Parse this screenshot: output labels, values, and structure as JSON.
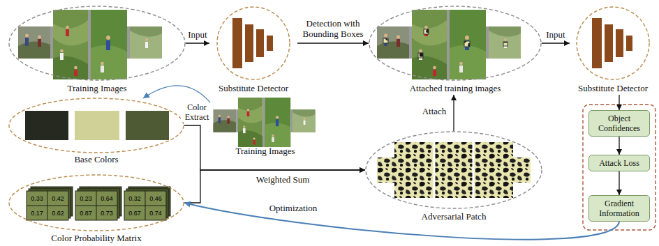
{
  "diagram": {
    "nodes": [
      {
        "text": [
          "Training Images"
        ]
      },
      {
        "text": [
          "Substitute Detector"
        ]
      },
      {
        "text": [
          "Attached training images"
        ]
      },
      {
        "text": [
          "Substitute Detector"
        ]
      },
      {
        "text": [
          "Object Confidences"
        ]
      },
      {
        "text": [
          "Attack Loss"
        ]
      },
      {
        "text": [
          "Gradient Information"
        ]
      },
      {
        "text": [
          "Base Colors"
        ]
      },
      {
        "text": [
          "Training Images"
        ]
      },
      {
        "text": [
          "Color Probability Matrix"
        ]
      },
      {
        "text": [
          "Adversarial Patch"
        ]
      }
    ],
    "edges": [
      {
        "from": 0,
        "to": 1,
        "arrow": "to",
        "label": "Input"
      },
      {
        "from": 1,
        "to": 2,
        "arrow": "to",
        "label": "Detection with Bounding Boxes"
      },
      {
        "from": 2,
        "to": 3,
        "arrow": "to",
        "label": "Input"
      },
      {
        "from": 3,
        "to": 4,
        "arrow": "to"
      },
      {
        "from": 4,
        "to": 5,
        "arrow": "to"
      },
      {
        "from": 5,
        "to": 6,
        "arrow": "to"
      },
      {
        "from": 8,
        "to": 7,
        "arrow": "to",
        "label": "Color Extract"
      },
      {
        "from": 7,
        "to": 10,
        "arrow": "to",
        "label": "Weighted Sum"
      },
      {
        "from": 9,
        "to": 10,
        "arrow": "to"
      },
      {
        "from": 10,
        "to": 2,
        "arrow": "to",
        "label": "Attach"
      },
      {
        "from": 6,
        "to": 9,
        "arrow": "to",
        "label": "Optimization"
      }
    ],
    "labels": [
      "0.33",
      "0.42",
      "0.17",
      "0.62",
      "0.23",
      "0.64",
      "0.87",
      "0.73",
      "0.32",
      "0.46",
      "0.67",
      "0.74"
    ]
  }
}
